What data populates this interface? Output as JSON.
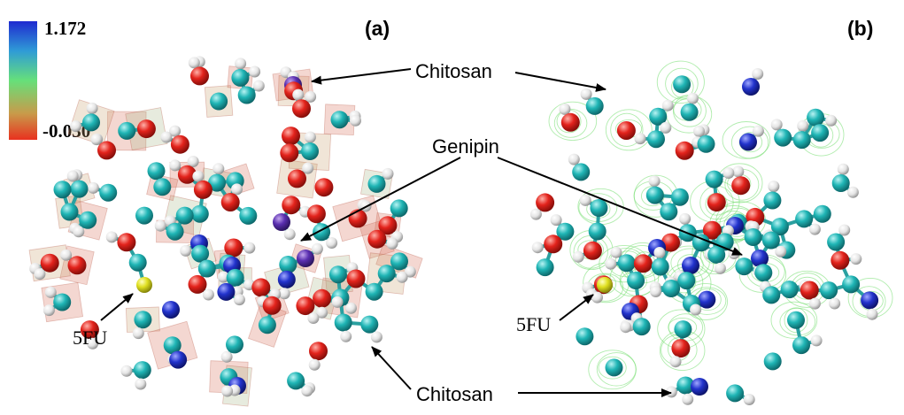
{
  "panels": {
    "a": {
      "label": "(a)"
    },
    "b": {
      "label": "(b)"
    }
  },
  "colorbar": {
    "max": "1.172",
    "min": "-0.030",
    "colors": [
      "#1f2ad0",
      "#2f9bd6",
      "#66e07a",
      "#c99a4a",
      "#e8311f"
    ]
  },
  "annotations": {
    "chitosan_top": "Chitosan",
    "genipin": "Genipin",
    "fivefu_a": "5FU",
    "fivefu_b": "5FU",
    "chitosan_bottom": "Chitosan"
  },
  "atom_colors": {
    "carbon": "#1fb5b5",
    "oxygen": "#e3231c",
    "nitrogen": "#2233cc",
    "hydrogen": "#e8e8e8",
    "fluorine": "#e0e020",
    "surface_a": "#d96a4a",
    "surface_b": "#7ee07a"
  }
}
